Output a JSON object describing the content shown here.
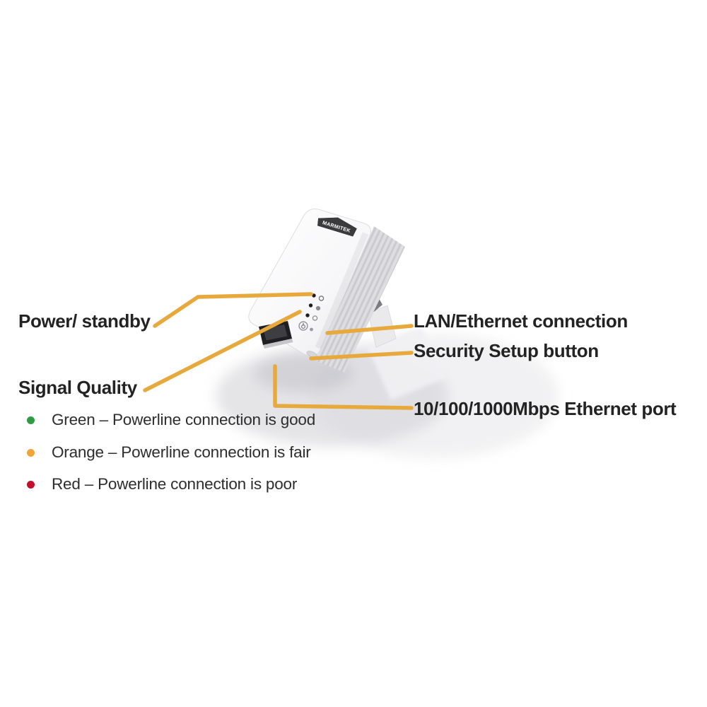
{
  "device": {
    "brand": "MARMITEK",
    "description": "Powerline adapter with Euro plug, shown tilted",
    "led_icons": [
      "power-led-icon",
      "home-led-icon",
      "ethernet-led-icon"
    ],
    "features": [
      "ethernet-port",
      "security-setup-button",
      "power-plug-pin"
    ]
  },
  "callouts": {
    "power": {
      "label": "Power/ standby"
    },
    "signal": {
      "label": "Signal Quality"
    },
    "lan": {
      "label": "LAN/Ethernet connection"
    },
    "security": {
      "label": "Security Setup button"
    },
    "ethernet": {
      "label": "10/100/1000Mbps Ethernet port"
    }
  },
  "legend": {
    "items": [
      {
        "name": "green",
        "color": "#2E9C42",
        "text": "Green – Powerline connection is good"
      },
      {
        "name": "orange",
        "color": "#F0A439",
        "text": "Orange – Powerline connection is fair"
      },
      {
        "name": "red",
        "color": "#C20F2C",
        "text": "Red – Powerline connection is poor"
      }
    ]
  },
  "colors": {
    "background": "#FFFFFF",
    "callout_line": "#E8A93C",
    "label_text": "#232323",
    "device_body": "#F4F4F6",
    "port_dark": "#222224"
  }
}
